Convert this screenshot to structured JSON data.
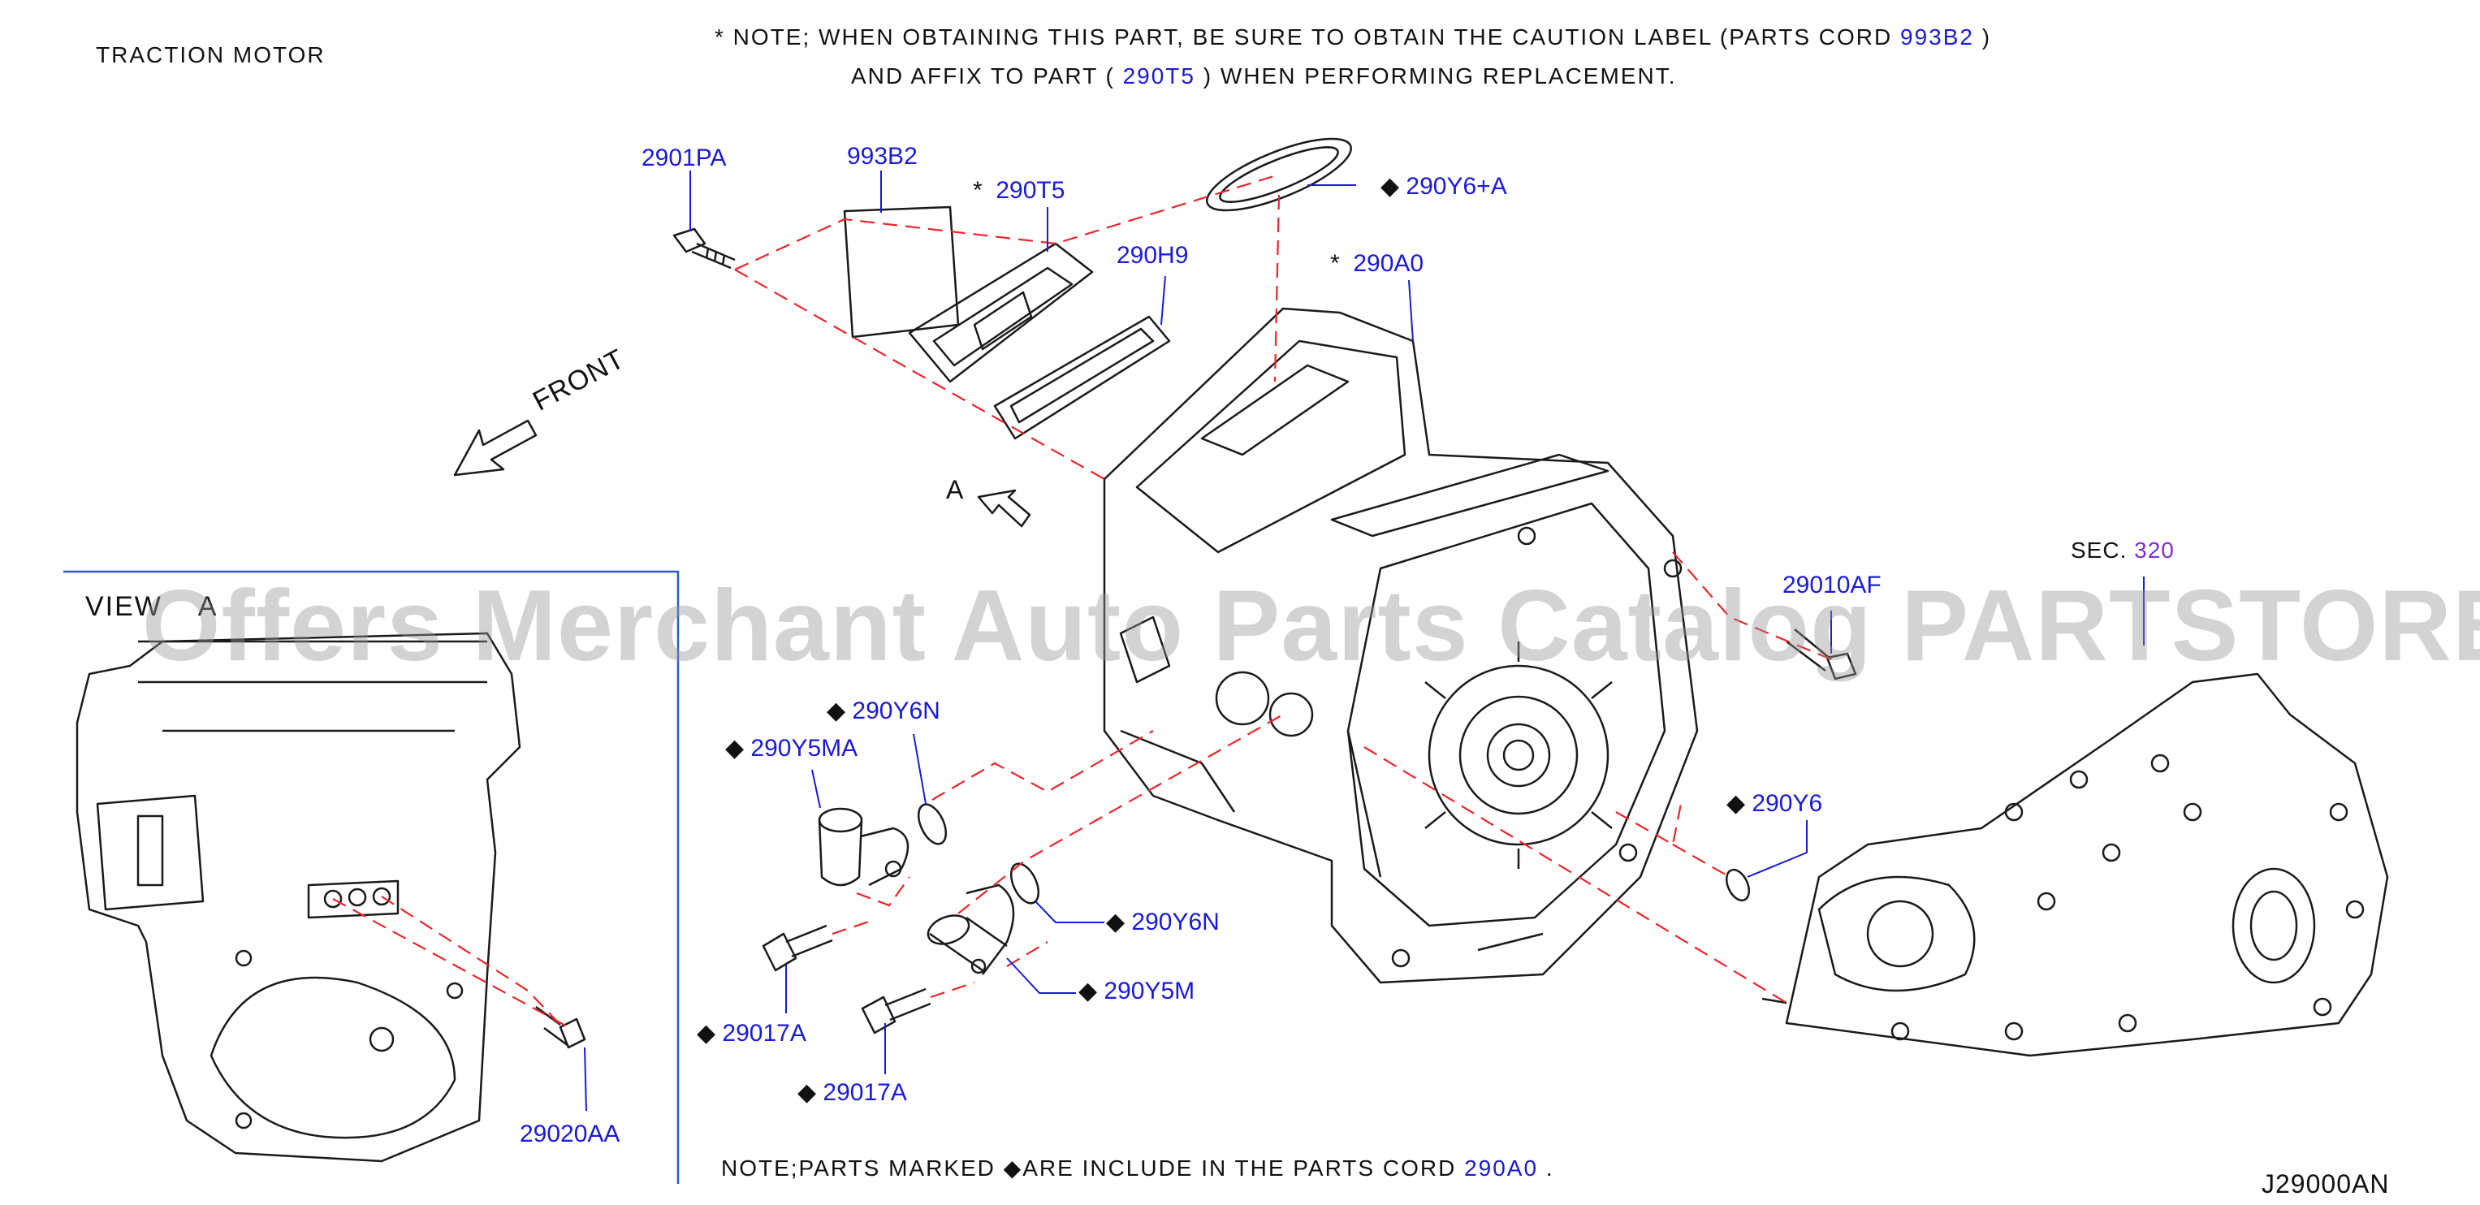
{
  "diagram": {
    "title": "TRACTION MOTOR",
    "note_line1_prefix": "*  NOTE;  WHEN  OBTAINING  THIS  PART,  BE  SURE  TO  OBTAIN  THE  CAUTION  LABEL  (PARTS  CORD",
    "note_line1_code": "993B2",
    "note_line1_suffix": ")",
    "note_line2_prefix": "AND  AFFIX  TO  PART  (",
    "note_line2_code": "290T5",
    "note_line2_suffix": ")  WHEN  PERFORMING  REPLACEMENT.",
    "bottom_note_prefix": "NOTE;PARTS  MARKED  ◆ARE  INCLUDE  IN  THE  PARTS  CORD",
    "bottom_note_code": "290A0",
    "bottom_note_suffix": ".",
    "front_label": "FRONT",
    "view_arrow_label": "A",
    "view_panel_label": "VIEW    A",
    "sec_prefix": "SEC.",
    "sec_code": "320",
    "diagram_code": "J29000AN",
    "watermark": "Offers Merchant Auto Parts Catalog PARTSTORE.SA",
    "colors": {
      "part_link": "#1a1ad8",
      "section_link": "#7b2fd0",
      "leader_dash": "#e8262b",
      "frame": "#2b5fbf"
    }
  },
  "parts": [
    {
      "code": "2901PA",
      "marker": ""
    },
    {
      "code": "993B2",
      "marker": ""
    },
    {
      "code": "290T5",
      "marker": "*"
    },
    {
      "code": "290Y6+A",
      "marker": "◆"
    },
    {
      "code": "290H9",
      "marker": ""
    },
    {
      "code": "290A0",
      "marker": "*"
    },
    {
      "code": "29010AF",
      "marker": ""
    },
    {
      "code": "290Y6N",
      "marker": "◆"
    },
    {
      "code": "290Y5MA",
      "marker": "◆"
    },
    {
      "code": "290Y6",
      "marker": "◆"
    },
    {
      "code": "290Y6N",
      "marker": "◆"
    },
    {
      "code": "290Y5M",
      "marker": "◆"
    },
    {
      "code": "29017A",
      "marker": "◆"
    },
    {
      "code": "29017A",
      "marker": "◆"
    },
    {
      "code": "29020AA",
      "marker": ""
    }
  ]
}
